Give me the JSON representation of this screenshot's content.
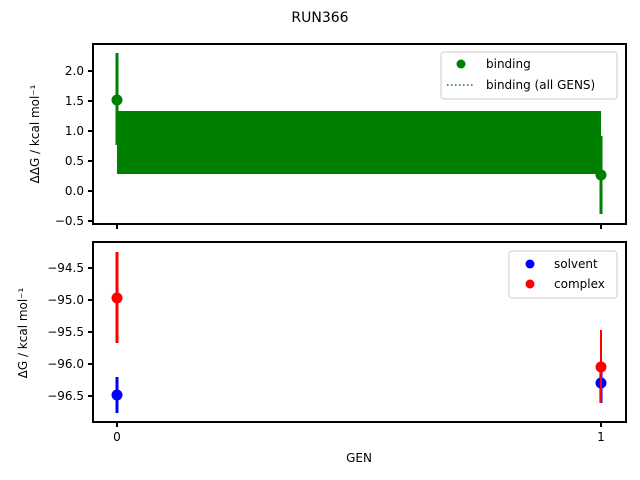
{
  "title": "RUN366",
  "chart_data": [
    {
      "type": "scatter",
      "panel": "top",
      "title": "",
      "xlabel": "",
      "ylabel": "ΔΔG / kcal mol⁻¹",
      "ylim": [
        -0.55,
        2.45
      ],
      "yticks": [
        -0.5,
        0.0,
        0.5,
        1.0,
        1.5,
        2.0
      ],
      "ytick_labels": [
        "−0.5",
        "0.0",
        "0.5",
        "1.0",
        "1.5",
        "2.0"
      ],
      "x": [
        0,
        1
      ],
      "series": [
        {
          "name": "binding",
          "color": "#008000",
          "values": [
            1.51,
            0.27
          ],
          "errors": [
            [
              0.74,
              2.3
            ],
            [
              -0.38,
              0.92
            ]
          ]
        },
        {
          "name": "binding (all GENS)",
          "color": "#008000",
          "style": "dotted",
          "value": 0.8,
          "band": [
            0.28,
            1.33
          ]
        }
      ],
      "legend": {
        "position": "upper right",
        "entries": [
          "binding",
          "binding (all GENS)"
        ]
      },
      "grid": false
    },
    {
      "type": "scatter",
      "panel": "bottom",
      "title": "",
      "xlabel": "GEN",
      "ylabel": "ΔG / kcal mol⁻¹",
      "ylim": [
        -96.9,
        -94.1
      ],
      "yticks": [
        -96.5,
        -96.0,
        -95.5,
        -95.0,
        -94.5
      ],
      "ytick_labels": [
        "−96.5",
        "−96.0",
        "−95.5",
        "−95.0",
        "−94.5"
      ],
      "x": [
        0,
        1
      ],
      "xtick_labels": [
        "0",
        "1"
      ],
      "series": [
        {
          "name": "solvent",
          "color": "#0000ff",
          "values": [
            -96.48,
            -96.28
          ],
          "errors": [
            [
              -96.77,
              -96.2
            ],
            [
              -96.6,
              -95.96
            ]
          ]
        },
        {
          "name": "complex",
          "color": "#ff0000",
          "values": [
            -94.95,
            -96.03
          ],
          "errors": [
            [
              -95.66,
              -94.2
            ],
            [
              -96.6,
              -95.44
            ]
          ]
        }
      ],
      "legend": {
        "position": "upper right",
        "entries": [
          "solvent",
          "complex"
        ]
      },
      "grid": false
    }
  ]
}
